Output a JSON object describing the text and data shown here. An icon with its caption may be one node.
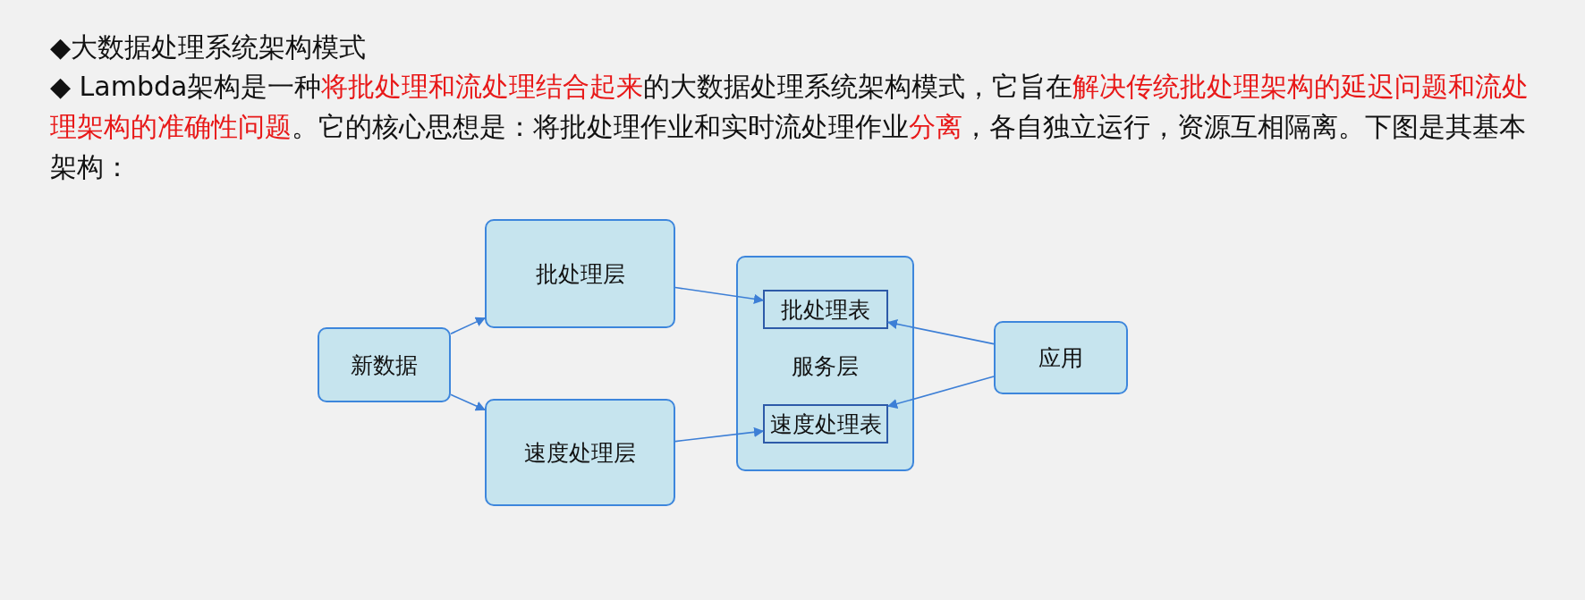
{
  "diagram": {
    "title": "◆大数据处理系统架构模式",
    "nodes": [
      {
        "text": [
          "新数据"
        ]
      },
      {
        "text": [
          "批处理层"
        ]
      },
      {
        "text": [
          "速度处理层"
        ]
      },
      {
        "text": [
          "服务层"
        ]
      },
      {
        "text": [
          "批处理表"
        ],
        "in": 3
      },
      {
        "text": [
          "速度处理表"
        ],
        "in": 3
      },
      {
        "text": [
          "应用"
        ]
      }
    ],
    "edges": [
      {
        "from": 0,
        "to": 1,
        "arrow": "to"
      },
      {
        "from": 0,
        "to": 2,
        "arrow": "to"
      },
      {
        "from": 1,
        "to": 4,
        "arrow": "to"
      },
      {
        "from": 2,
        "to": 5,
        "arrow": "to"
      },
      {
        "from": 6,
        "to": 4,
        "arrow": "to"
      },
      {
        "from": 6,
        "to": 5,
        "arrow": "to"
      }
    ],
    "labels": [
      "◆ Lambda架构是一种**将批处理和流处理结合起来**的大数据处理系统架构模式，它旨在**解决传统批处理架构的延迟问题和流处理架构的准确性问题**。它的核心思想是：将批处理作业和实时流处理作业**分离**，各自独立运行，资源互相隔离。下图是其基本架构："
    ]
  }
}
